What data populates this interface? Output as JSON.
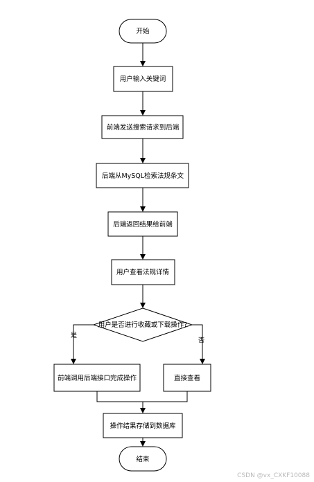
{
  "nodes": {
    "start": "开始",
    "input_keyword": "用户输入关键词",
    "send_request": "前端发送搜索请求到后端",
    "retrieve": "后端从MySQL检索法规条文",
    "return_result": "后端返回结果给前端",
    "view_detail": "用户查看法规详情",
    "decision": "用户是否进行收藏或下载操作?",
    "call_api": "前端调用后端接口完成操作",
    "direct_view": "直接查看",
    "store_db": "操作结果存储到数据库",
    "end": "结束"
  },
  "edge_labels": {
    "yes": "是",
    "no": "否"
  },
  "watermark": "CSDN @vx_CXKF10088"
}
